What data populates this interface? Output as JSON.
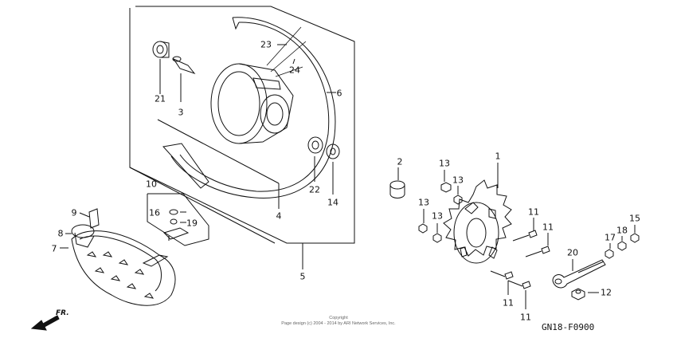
{
  "diagram": {
    "code": "GN18-F0900",
    "copyright_line1": "Copyright",
    "copyright_line2": "Page design (c) 2004 - 2014 by ARI Network Services, Inc.",
    "front_indicator": "FR.",
    "callouts": [
      "1",
      "2",
      "3",
      "4",
      "5",
      "6",
      "7",
      "8",
      "9",
      "10",
      "11",
      "12",
      "13",
      "14",
      "15",
      "16",
      "17",
      "18",
      "19",
      "20",
      "21",
      "22",
      "23",
      "24"
    ],
    "callout_11_count": 4,
    "callout_13_count": 4
  },
  "colors": {
    "line": "#111111",
    "background": "#ffffff"
  }
}
